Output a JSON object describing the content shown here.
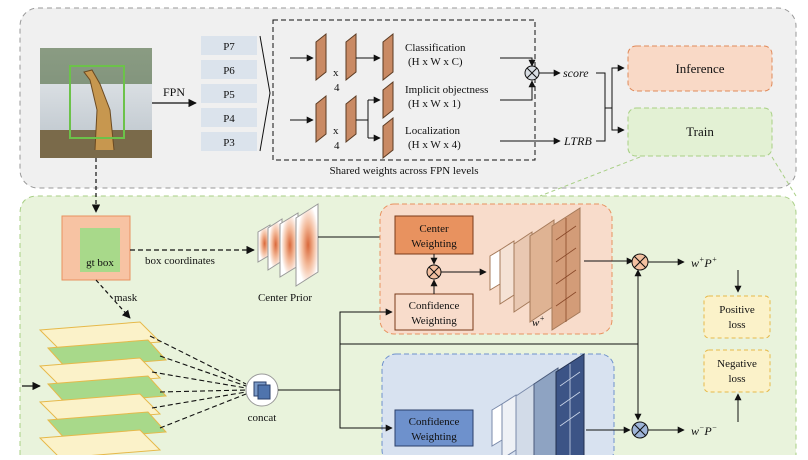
{
  "top": {
    "fpn_label": "FPN",
    "levels": [
      "P7",
      "P6",
      "P5",
      "P4",
      "P3"
    ],
    "x4_a": "x",
    "x4_a_num": "4",
    "x4_b": "x",
    "x4_b_num": "4",
    "classification_line1": "Classification",
    "classification_line2": "(H x W x C)",
    "objectness_line1": "Implicit objectness",
    "objectness_line2": "(H x W x 1)",
    "localization_line1": "Localization",
    "localization_line2": "(H x W x 4)",
    "shared_weights_label": "Shared weights across FPN levels",
    "score_label": "score",
    "ltrb_label": "LTRB",
    "inference_label": "Inference",
    "train_label": "Train"
  },
  "bottom": {
    "gt_box_label": "gt box",
    "box_coordinates_label": "box coordinates",
    "mask_label": "mask",
    "center_prior_label": "Center Prior",
    "center_weighting_line1": "Center",
    "center_weighting_line2": "Weighting",
    "confidence_weighting_line1": "Confidence",
    "confidence_weighting_line2": "Weighting",
    "w_plus_label": "w",
    "w_plus_sup": "+",
    "concat_label": "concat",
    "confidence_weighting_neg_line1": "Confidence",
    "confidence_weighting_neg_line2": "Weighting",
    "pos_product_w": "w",
    "pos_product_w_sup": "+",
    "pos_product_p": "P",
    "pos_product_p_sup": "+",
    "neg_product_w": "w",
    "neg_product_w_sup": "−",
    "neg_product_p": "P",
    "neg_product_p_sup": "−",
    "positive_loss_line1": "Positive",
    "positive_loss_line2": "loss",
    "negative_loss_line1": "Negative",
    "negative_loss_line2": "loss"
  },
  "colors": {
    "top_panel_bg": "#f0f0f0",
    "bottom_panel_bg": "#e9f3dc",
    "inference_fill": "#f9d9c6",
    "inference_stroke": "#e08a5a",
    "train_fill": "#e3f1d4",
    "train_stroke": "#a8cf85",
    "level_fill": "#dbe3ec",
    "feature_fill": "#c98a64",
    "center_weighting_fill": "#e8925f",
    "pos_region_fill": "#f8dccb",
    "neg_region_fill": "#d8e2f0",
    "neg_conf_fill": "#6e91cc",
    "loss_fill": "#fbf2c9",
    "loss_stroke": "#e6b94a"
  }
}
